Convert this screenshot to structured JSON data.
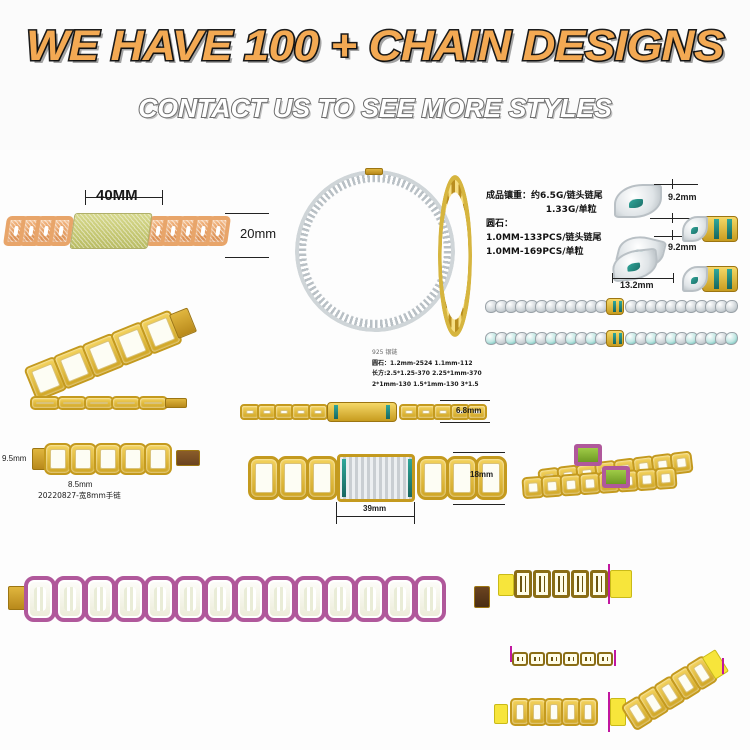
{
  "banner": {
    "headline": "WE HAVE 100 + CHAIN DESIGNS",
    "subheadline": "CONTACT US TO SEE MORE STYLES",
    "headline_color": "#F3A953",
    "headline_outline_color": "#1b1b1b",
    "subheadline_color": "#ffffff",
    "subheadline_outline_color": "#6e6e6e"
  },
  "figures": {
    "cuban_bracelet": {
      "width_label": "40MM",
      "height_label": "20mm"
    },
    "spec_note": {
      "line1": "成品镶重：约6.5G/链头链尾",
      "line2": "1.33G/单粒",
      "line3": "圆石：",
      "line4": "1.0MM-133PCS/链头链尾",
      "line5": "1.0MM-169PCS/单粒"
    },
    "stone_chart": {
      "header": "925 银链",
      "row1": "圆石：1.2mm-2524  1.1mm-112",
      "row2": "长方:2.5*1.25-370 2.25*1mm-370",
      "row3": "2*1mm-130 1.5*1mm-130 3*1.5"
    },
    "leaf_clasp": {
      "dim_top": "9.2mm",
      "dim_mid": "9.2mm",
      "dim_bottom": "13.2mm"
    },
    "pave_bracelet": {
      "left_dim": "9.5mm",
      "inner_dim": "8.5mm",
      "caption": "20220827-宽8mm手链"
    },
    "flat_chain": {
      "dim": "6.8mm"
    },
    "wide_cuban": {
      "height_dim": "18mm",
      "width_dim": "39mm"
    }
  }
}
